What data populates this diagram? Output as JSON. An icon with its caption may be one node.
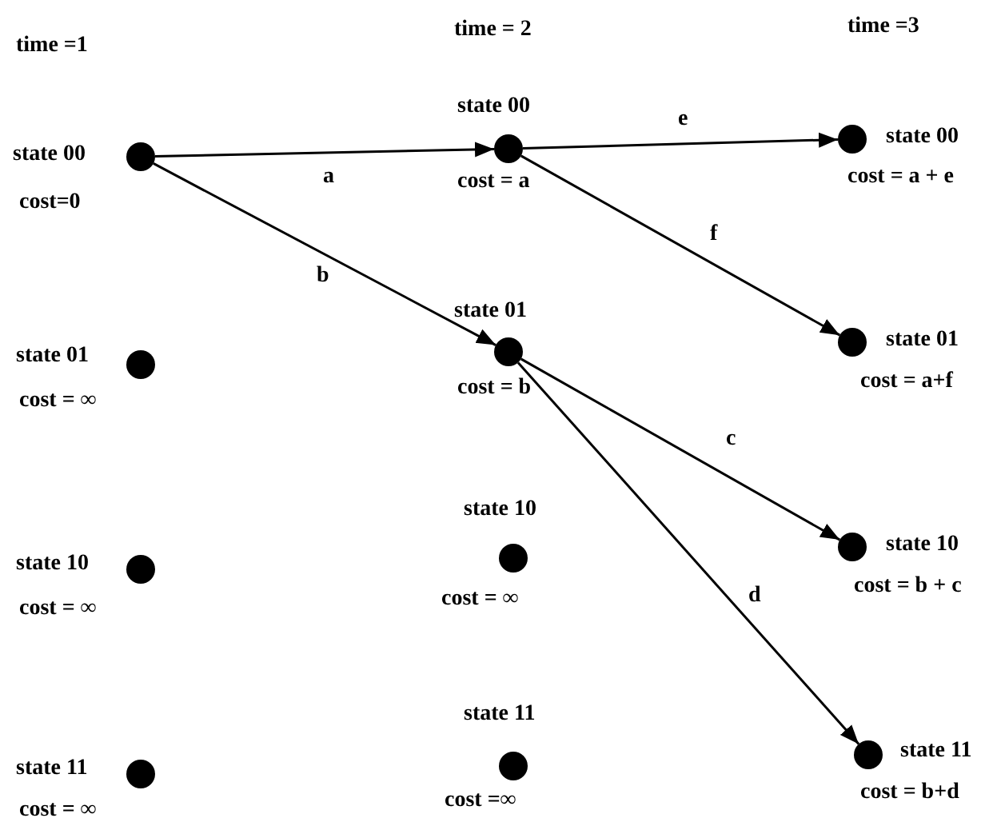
{
  "diagram": {
    "nodes": [
      {
        "text": [],
        "shape": "circle",
        "beside": [
          "state 00",
          "cost=0"
        ]
      },
      {
        "text": [],
        "shape": "circle",
        "beside": [
          "state 01",
          "cost = ∞"
        ]
      },
      {
        "text": [],
        "shape": "circle",
        "beside": [
          "state 10",
          "cost = ∞"
        ]
      },
      {
        "text": [],
        "shape": "circle",
        "beside": [
          "state 11",
          "cost = ∞"
        ]
      },
      {
        "text": [],
        "shape": "circle",
        "beside": [
          "state 00",
          "cost = a"
        ]
      },
      {
        "text": [],
        "shape": "circle",
        "beside": [
          "state 01",
          "cost = b"
        ]
      },
      {
        "text": [],
        "shape": "circle",
        "beside": [
          "state 10",
          "cost = ∞"
        ]
      },
      {
        "text": [],
        "shape": "circle",
        "beside": [
          "state 11",
          "cost =∞"
        ]
      },
      {
        "text": [],
        "shape": "circle",
        "beside": [
          "state 00",
          "cost = a + e"
        ]
      },
      {
        "text": [],
        "shape": "circle",
        "beside": [
          "state 01",
          "cost = a+f"
        ]
      },
      {
        "text": [],
        "shape": "circle",
        "beside": [
          "state 10",
          "cost = b + c"
        ]
      },
      {
        "text": [],
        "shape": "circle",
        "beside": [
          "state 11",
          "cost = b+d"
        ]
      }
    ],
    "edges": [
      {
        "from": 0,
        "to": 4,
        "arrow": "to",
        "label": "a"
      },
      {
        "from": 0,
        "to": 5,
        "arrow": "to",
        "label": "b"
      },
      {
        "from": 4,
        "to": 8,
        "arrow": "to",
        "label": "e"
      },
      {
        "from": 4,
        "to": 9,
        "arrow": "to",
        "label": "f"
      },
      {
        "from": 5,
        "to": 10,
        "arrow": "to",
        "label": "c"
      },
      {
        "from": 5,
        "to": 11,
        "arrow": "to",
        "label": "d"
      }
    ],
    "labels": [
      "time =1",
      "time = 2",
      "time =3"
    ]
  }
}
